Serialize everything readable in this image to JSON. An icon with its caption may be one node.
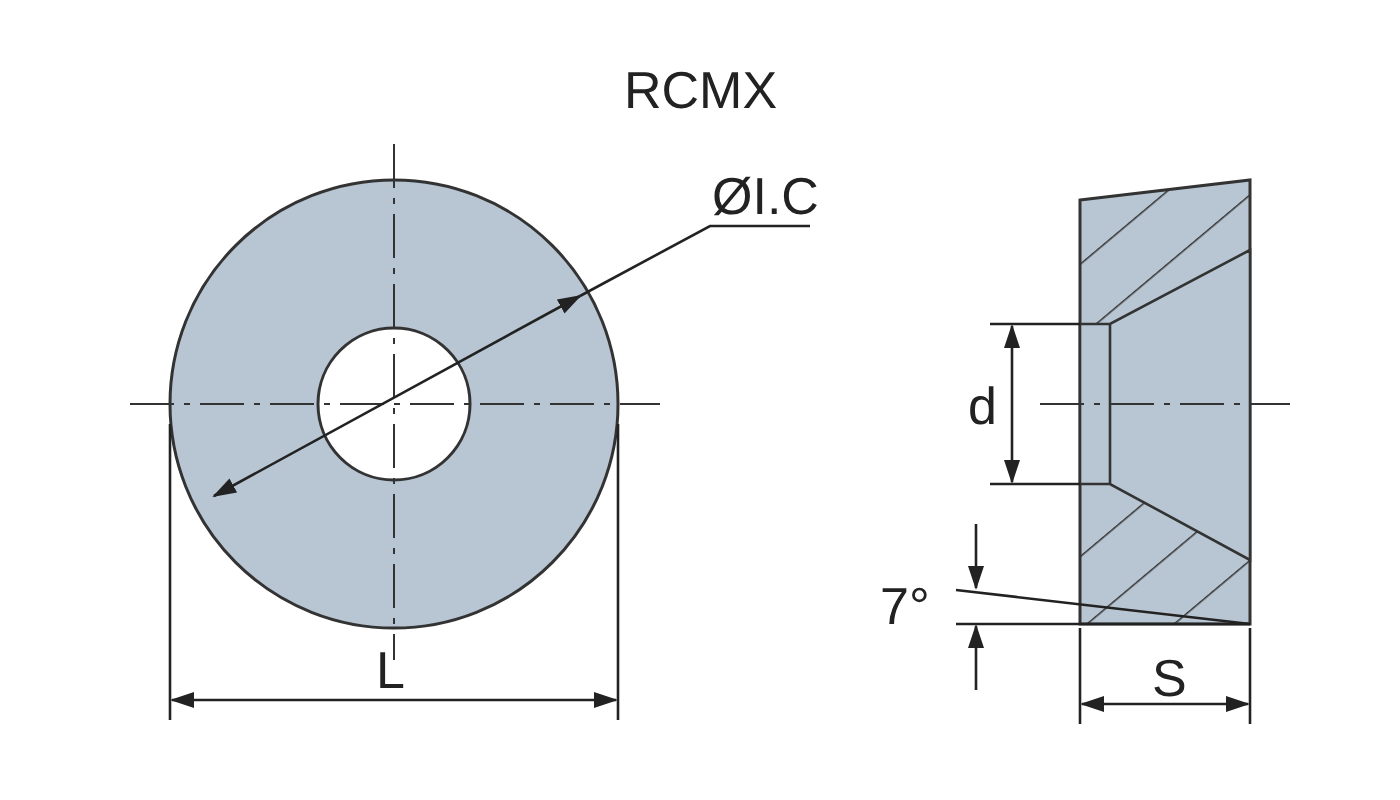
{
  "diagram": {
    "title": "RCMX",
    "labels": [
      "ØI.C",
      "d",
      "7°",
      "L",
      "S"
    ]
  }
}
